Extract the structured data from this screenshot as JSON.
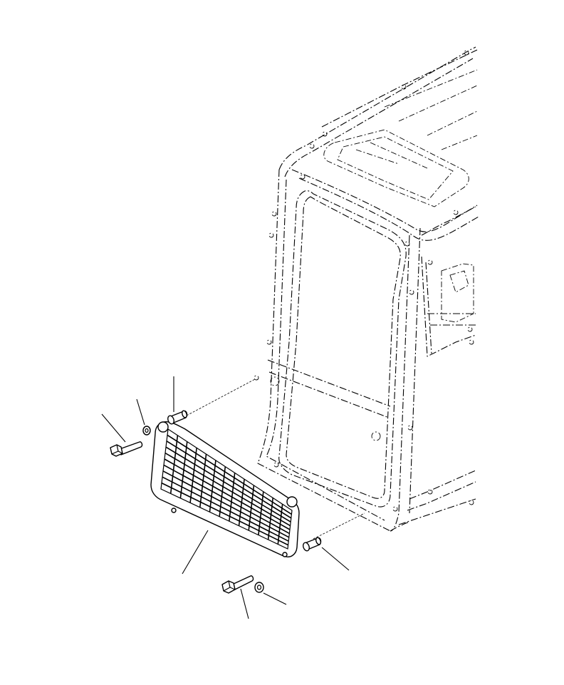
{
  "figure": {
    "components": [
      "operator-cab-outline",
      "front-guard-mesh",
      "upper-pin",
      "lower-pin",
      "upper-washer",
      "lower-washer",
      "upper-bolt",
      "lower-bolt"
    ],
    "mesh": {
      "columns": 13,
      "rows": 10
    },
    "callout_labels": []
  }
}
